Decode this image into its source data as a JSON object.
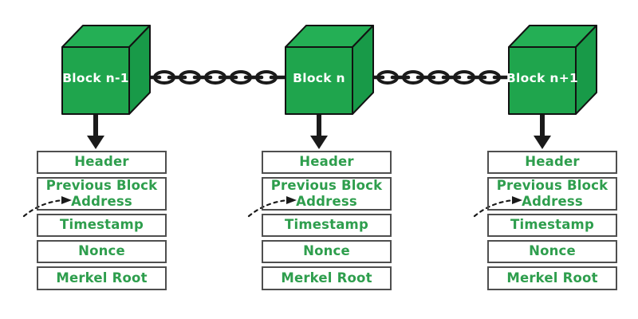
{
  "blocks": [
    {
      "label": "Block n-1"
    },
    {
      "label": "Block n"
    },
    {
      "label": "Block n+1"
    }
  ],
  "fields": [
    "Header",
    "Previous Block Address",
    "Timestamp",
    "Nonce",
    "Merkel Root"
  ],
  "colors": {
    "cube_front": "#1fa54d",
    "cube_top": "#24af55",
    "cube_side": "#189a48",
    "cube_outline": "#121212",
    "cube_label_text": "#ffffff",
    "field_text": "#2e9e4d",
    "field_border": "#4f4f4f",
    "connector": "#1a1a1a",
    "background": "#ffffff"
  }
}
